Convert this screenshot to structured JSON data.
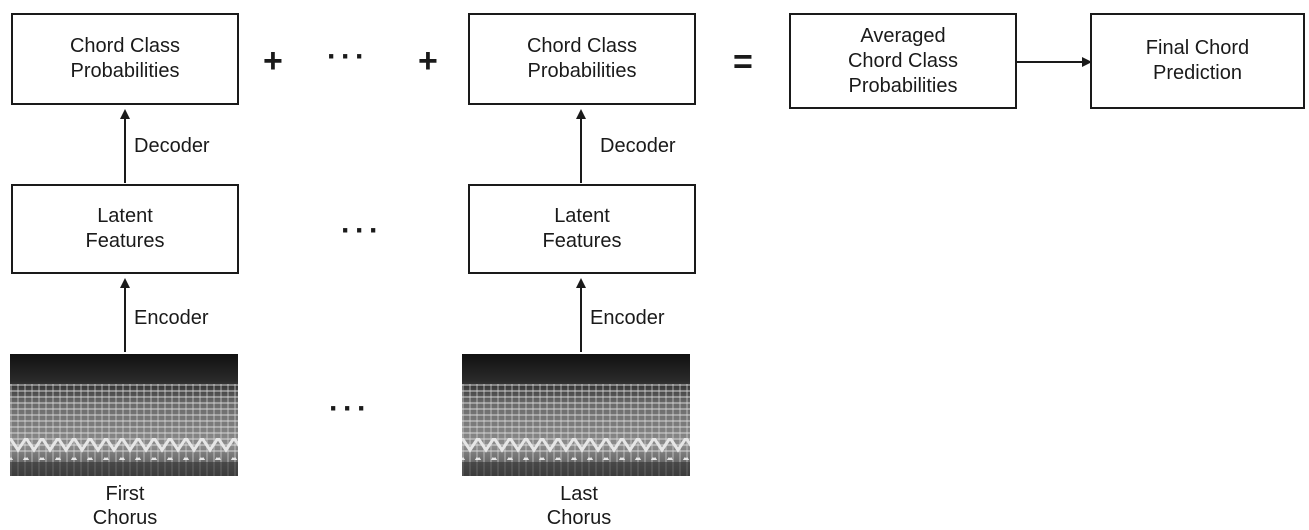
{
  "left_column": {
    "probabilities": "Chord Class\nProbabilities",
    "decoder": "Decoder",
    "latent": "Latent\nFeatures",
    "encoder": "Encoder",
    "caption": "First\nChorus"
  },
  "right_column": {
    "probabilities": "Chord Class\nProbabilities",
    "decoder": "Decoder",
    "latent": "Latent\nFeatures",
    "encoder": "Encoder",
    "caption": "Last\nChorus"
  },
  "operators": {
    "plus": "+",
    "ellipsis": "···",
    "equals": "="
  },
  "ellipsis_middle": "···",
  "ellipsis_bottom": "···",
  "averaged": "Averaged\nChord Class\nProbabilities",
  "final": "Final Chord\nPrediction"
}
